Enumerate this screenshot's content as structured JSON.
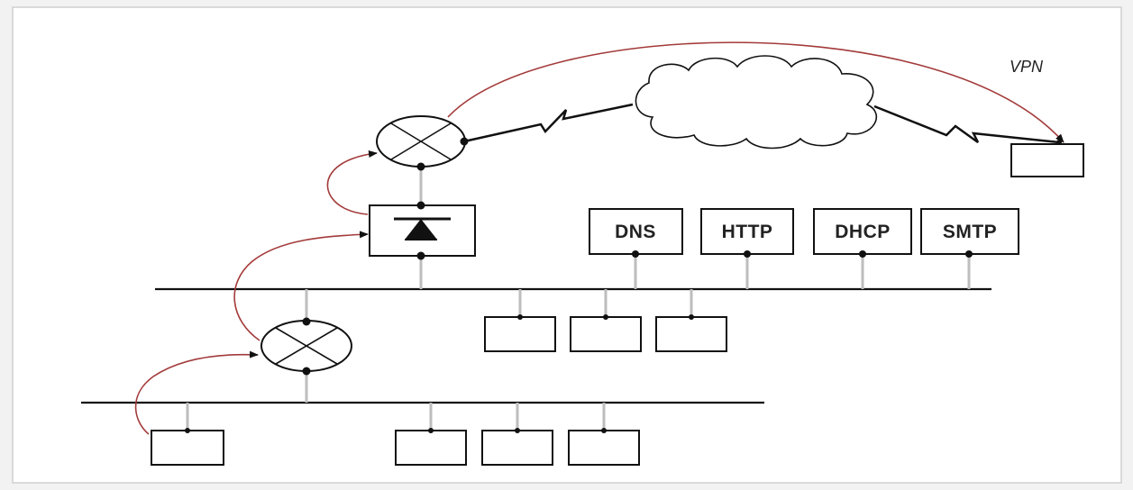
{
  "diagram": {
    "vpn_label": "VPN",
    "services": [
      {
        "name": "dns",
        "label": "DNS"
      },
      {
        "name": "http",
        "label": "HTTP"
      },
      {
        "name": "dhcp",
        "label": "DHCP"
      },
      {
        "name": "smtp",
        "label": "SMTP"
      }
    ],
    "colors": {
      "line": "#111111",
      "vpn_path": "#a33a3a",
      "background": "#ffffff"
    },
    "icons": [
      "router-icon",
      "firewall-icon",
      "cloud-icon",
      "wan-link-icon",
      "host-icon"
    ]
  }
}
